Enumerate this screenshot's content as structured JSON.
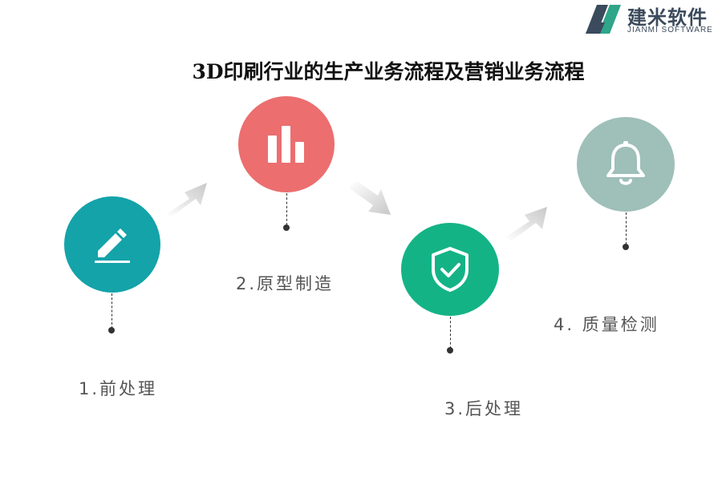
{
  "logo": {
    "name_cn": "建米软件",
    "name_en": "JIANMI SOFTWARE",
    "icon": "jianmi-logo-mark"
  },
  "title": "3D印刷行业的生产业务流程及营销业务流程",
  "steps": [
    {
      "label": "1.前处理",
      "icon": "pencil-icon",
      "color": "#13a3a9"
    },
    {
      "label": "2.原型制造",
      "icon": "bar-chart-icon",
      "color": "#ec6e6f"
    },
    {
      "label": "3.后处理",
      "icon": "shield-check-icon",
      "color": "#14b386"
    },
    {
      "label": "4. 质量检测",
      "icon": "bell-icon",
      "color": "#9fbfb9"
    }
  ]
}
